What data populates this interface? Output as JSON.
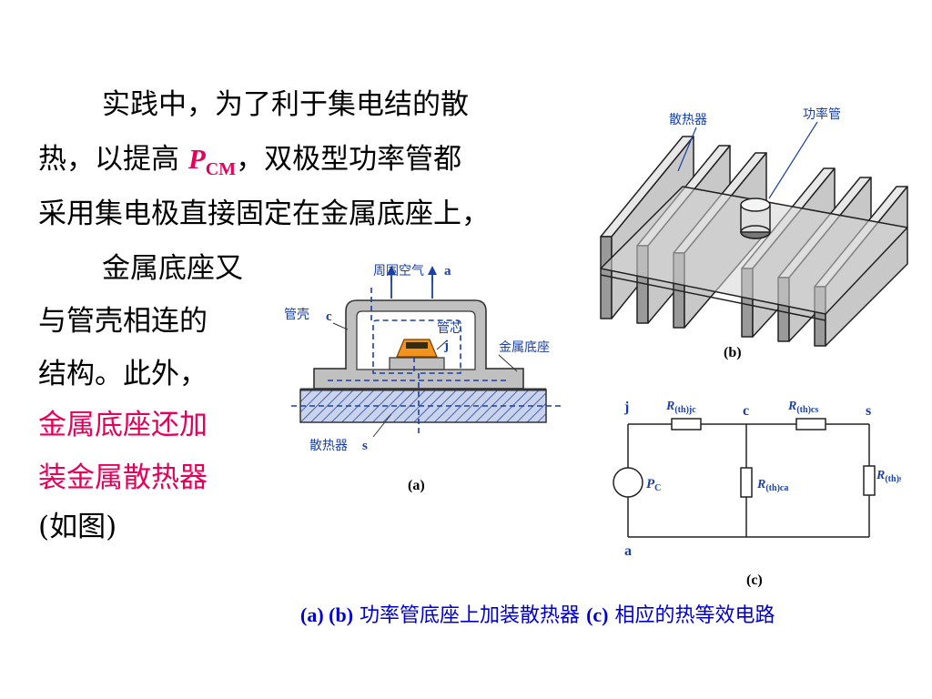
{
  "paragraph": {
    "line1": "实践中，为了利于集电结的散",
    "line2_a": "热，以提高",
    "pcm_main": "P",
    "pcm_sub": "CM",
    "line2_b": "，双极型功率管都",
    "line3": "采用集电极直接固定在金属底座上，",
    "line4": "金属底座又",
    "line5": "与管壳相连的",
    "line6": "结构。此外，",
    "line7_red": "金属底座还加",
    "line8_red": "装金属散热器",
    "line9": "(如图)"
  },
  "fig_a": {
    "air_label": "周围空气",
    "air_node": "a",
    "shell_label": "管壳",
    "shell_node": "c",
    "core_label": "管芯",
    "core_node": "j",
    "base_label": "金属底座",
    "sink_label": "散热器",
    "sink_node": "s",
    "caption": "(a)"
  },
  "fig_b": {
    "sink_label": "散热器",
    "transistor_label": "功率管",
    "caption": "(b)"
  },
  "fig_c": {
    "node_j": "j",
    "node_c": "c",
    "node_s": "s",
    "node_a": "a",
    "r_jc_main": "R",
    "r_jc_sub": "(th)jc",
    "r_cs_main": "R",
    "r_cs_sub": "(th)cs",
    "r_ca_main": "R",
    "r_ca_sub": "(th)ca",
    "r_sa_main": "R",
    "r_sa_sub": "(th)sa",
    "src_main": "P",
    "src_sub": "C",
    "caption": "(c)"
  },
  "caption": {
    "ab": "(a) (b)",
    "text1": "功率管底座上加装散热器",
    "c": "(c)",
    "text2": "相应的热等效电路"
  },
  "colors": {
    "highlight": "#e6005c",
    "caption": "#0000cc",
    "dash_blue": "#1a3fa8",
    "metal_gray": "#c0c0c0"
  }
}
